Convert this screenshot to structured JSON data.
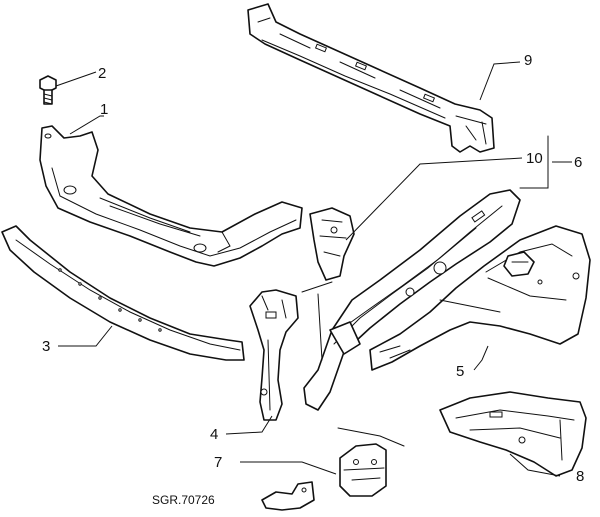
{
  "callouts": [
    {
      "id": "c1",
      "label": "1"
    },
    {
      "id": "c2",
      "label": "2"
    },
    {
      "id": "c3",
      "label": "3"
    },
    {
      "id": "c4",
      "label": "4"
    },
    {
      "id": "c5",
      "label": "5"
    },
    {
      "id": "c6",
      "label": "6"
    },
    {
      "id": "c7",
      "label": "7"
    },
    {
      "id": "c8",
      "label": "8"
    },
    {
      "id": "c9",
      "label": "9"
    },
    {
      "id": "c10",
      "label": "10"
    }
  ],
  "reference_code": "SGR.70726"
}
